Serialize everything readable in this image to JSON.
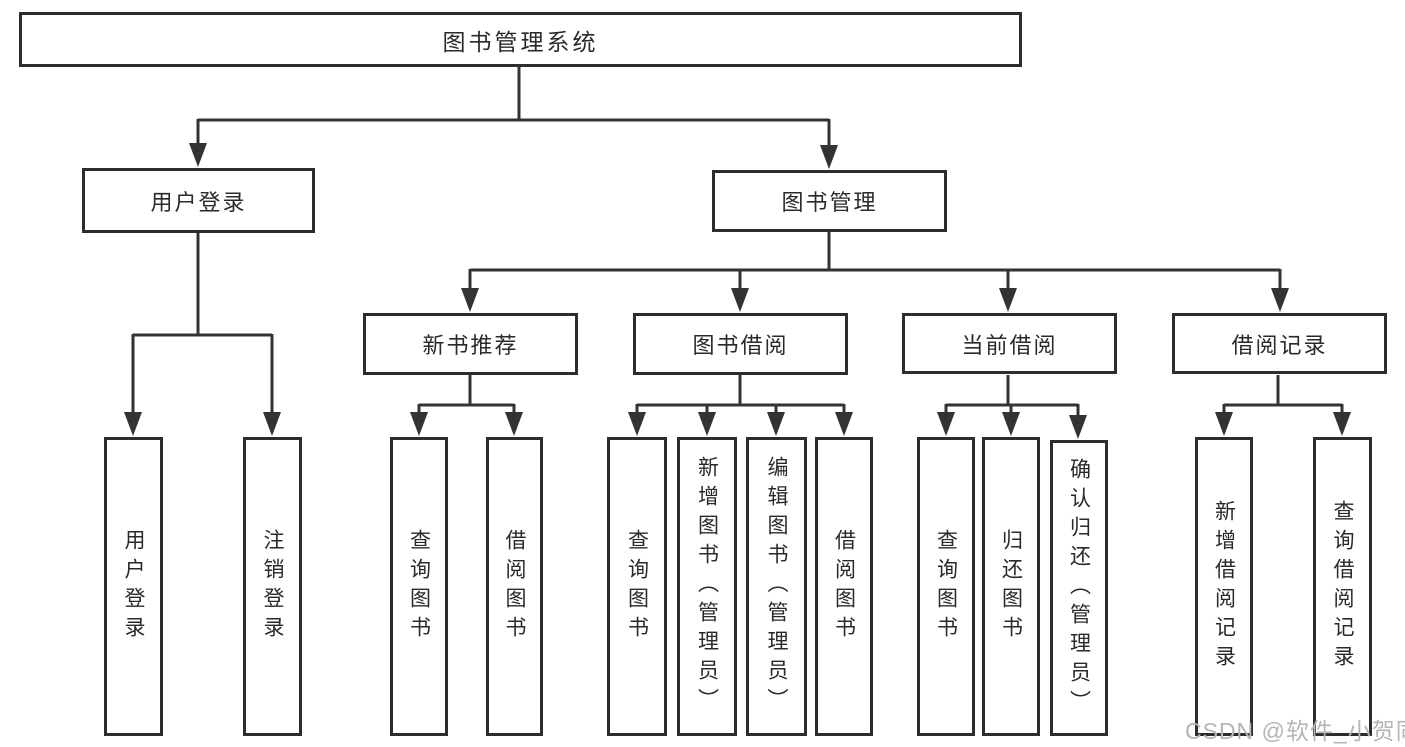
{
  "diagram": {
    "root": {
      "label": "图书管理系统"
    },
    "branches": {
      "user": {
        "label": "用户登录",
        "children": [
          {
            "label": "用户登录"
          },
          {
            "label": "注销登录"
          }
        ]
      },
      "books": {
        "label": "图书管理",
        "sections": [
          {
            "label": "新书推荐",
            "children": [
              {
                "label": "查询图书"
              },
              {
                "label": "借阅图书"
              }
            ]
          },
          {
            "label": "图书借阅",
            "children": [
              {
                "label": "查询图书"
              },
              {
                "label": "新增图书（管理员）"
              },
              {
                "label": "编辑图书（管理员）"
              },
              {
                "label": "借阅图书"
              }
            ]
          },
          {
            "label": "当前借阅",
            "children": [
              {
                "label": "查询图书"
              },
              {
                "label": "归还图书"
              },
              {
                "label": "确认归还（管理员）"
              }
            ]
          },
          {
            "label": "借阅记录",
            "children": [
              {
                "label": "新增借阅记录"
              },
              {
                "label": "查询借阅记录"
              }
            ]
          }
        ]
      }
    },
    "colors": {
      "line": "#333333",
      "border": "#2d2d2d",
      "text": "#2a2a2a",
      "watermark_text": "#b5b5b5",
      "background": "#ffffff"
    },
    "watermark": "CSDN @软件_小贺同学"
  }
}
